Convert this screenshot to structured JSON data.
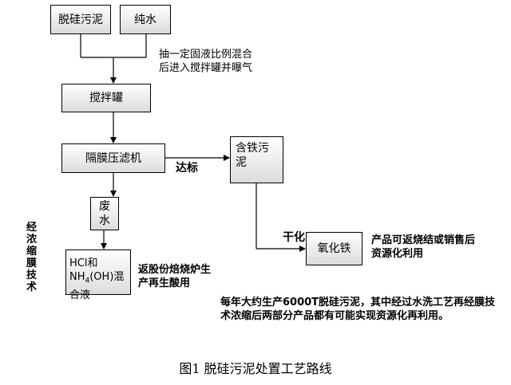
{
  "boxes": {
    "sludge": "脱硅污泥",
    "pure_water": "纯水",
    "mixer_tank": "搅拌罐",
    "filter_press": "隔膜压滤机",
    "waste_water": "废水",
    "iron_sludge": "含铁污泥",
    "iron_oxide": "氧化铁",
    "mixed_liquid_line1": "HCl和NH",
    "mixed_liquid_sub": "4",
    "mixed_liquid_line2": "(OH)混合液"
  },
  "labels": {
    "mix_instruction": "抽一定固液比例混合后进入搅拌罐并曝气",
    "qualified": "达标",
    "dry": "干化",
    "membrane_tech": "经浓缩膜技术",
    "acid_return": "返股份焙烧炉生产再生酸用",
    "product_note": "产品可返烧结或销售后资源化利用",
    "annual_note": "每年大约生产6000T脱硅污泥，其中经过水洗工艺再经膜技术浓缩后两部分产品都有可能实现资源化再利用。"
  },
  "caption": "图1 脱硅污泥处置工艺路线"
}
